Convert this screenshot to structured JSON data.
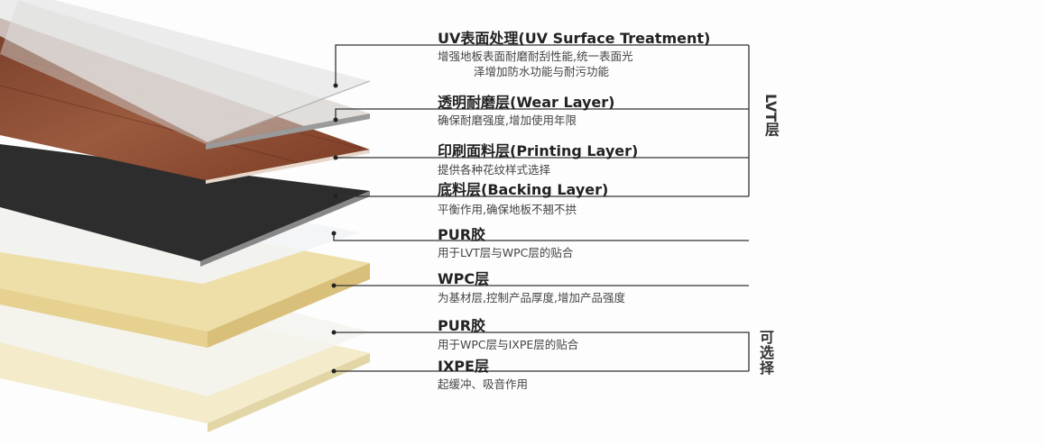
{
  "layers": [
    {
      "title": "UV表面处理(UV Surface Treatment)",
      "desc": "增强地板表面耐磨耐刮性能,统一表面光",
      "desc2": "泽增加防水功能与耐污功能"
    },
    {
      "title": "透明耐磨层(Wear Layer)",
      "desc": "确保耐磨强度,增加使用年限"
    },
    {
      "title": "印刷面料层(Printing Layer)",
      "desc": "提供各种花纹样式选择"
    },
    {
      "title": "底料层(Backing Layer)",
      "desc": "平衡作用,确保地板不翘不拱"
    },
    {
      "title": "PUR胶",
      "desc": "用于LVT层与WPC层的贴合"
    },
    {
      "title": "WPC层",
      "desc": "为基材层,控制产品厚度,增加产品强度"
    },
    {
      "title": "PUR胶",
      "desc": "用于WPC层与IXPE层的贴合"
    },
    {
      "title": "IXPE层",
      "desc": "起缓冲、吸音作用"
    }
  ],
  "groups": {
    "lvt": "LVT层",
    "optional": [
      "可",
      "选",
      "择"
    ]
  },
  "colors": {
    "wood": "#8a4a32",
    "backing": "#2a2a2a",
    "wpc": "#ecdca6",
    "ixpe": "#f0e6c0",
    "line": "#333333"
  }
}
